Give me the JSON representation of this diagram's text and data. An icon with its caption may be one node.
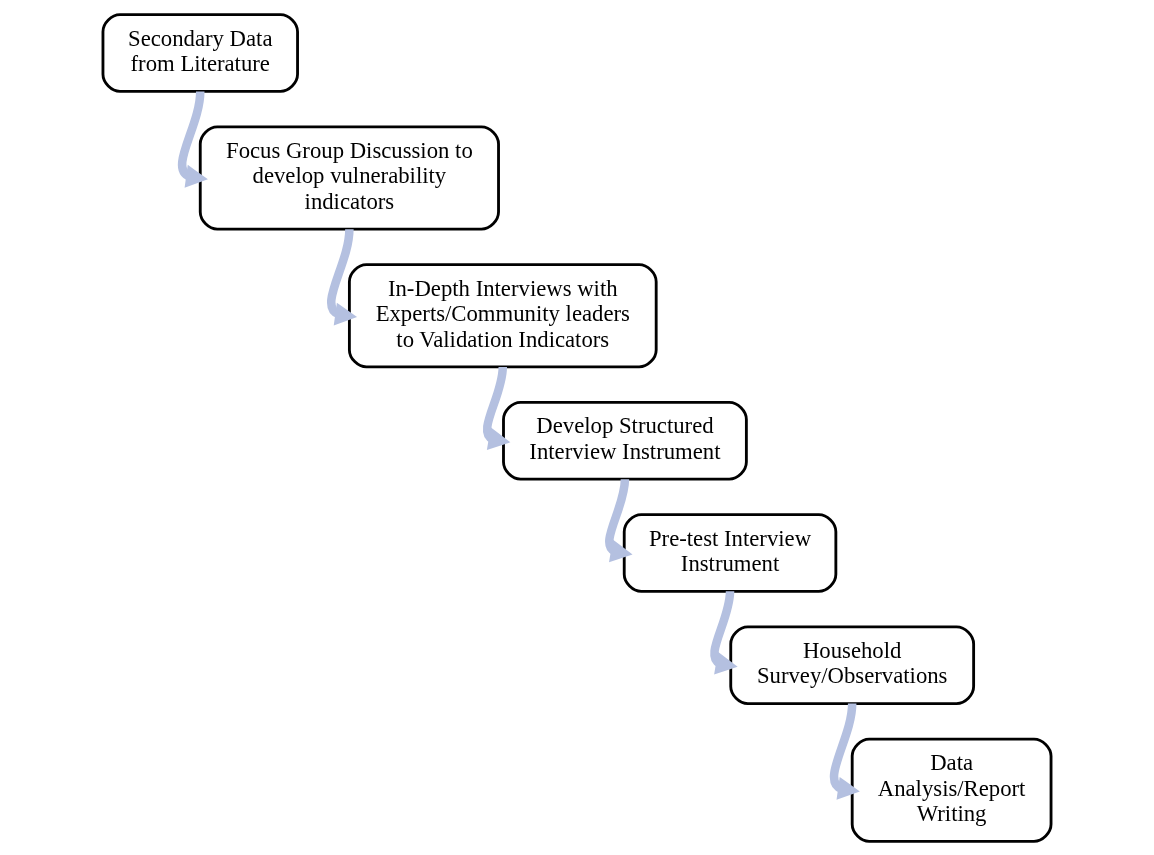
{
  "diagram": {
    "nodes": [
      {
        "text": [
          "Secondary Data from Literature"
        ]
      },
      {
        "text": [
          "Focus Group Discussion to develop vulnerability indicators"
        ]
      },
      {
        "text": [
          "In-Depth Interviews with Experts/Community leaders to Validation Indicators"
        ]
      },
      {
        "text": [
          "Develop Structured Interview Instrument"
        ]
      },
      {
        "text": [
          "Pre-test Interview Instrument"
        ]
      },
      {
        "text": [
          "Household Survey/Observations"
        ]
      },
      {
        "text": [
          "Data Analysis/Report Writing"
        ]
      }
    ],
    "edges": [
      {
        "from": 0,
        "to": 1,
        "arrow": "to"
      },
      {
        "from": 1,
        "to": 2,
        "arrow": "to"
      },
      {
        "from": 2,
        "to": 3,
        "arrow": "to"
      },
      {
        "from": 3,
        "to": 4,
        "arrow": "to"
      },
      {
        "from": 4,
        "to": 5,
        "arrow": "to"
      },
      {
        "from": 5,
        "to": 6,
        "arrow": "to"
      }
    ]
  }
}
